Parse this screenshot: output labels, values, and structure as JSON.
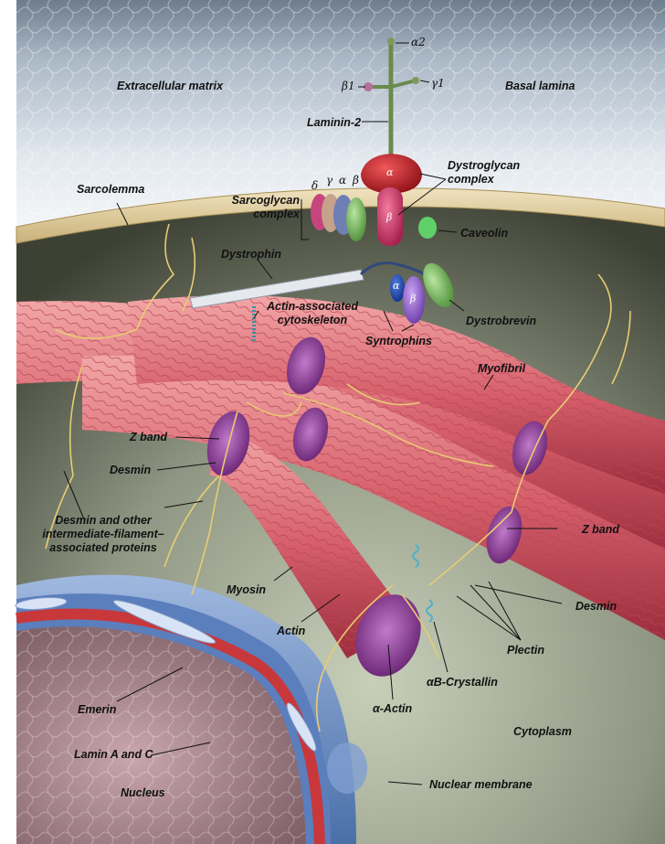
{
  "labels": {
    "extracellular_matrix": "Extracellular matrix",
    "basal_lamina": "Basal lamina",
    "alpha2": "α2",
    "beta1": "β1",
    "gamma1": "γ1",
    "laminin2": "Laminin-2",
    "dystroglycan_complex": "Dystroglycan complex",
    "dg_alpha": "α",
    "dg_beta": "β",
    "sarcolemma": "Sarcolemma",
    "sarcoglycan_complex": "Sarcoglycan complex",
    "sg_delta": "δ",
    "sg_gamma": "γ",
    "sg_alpha": "α",
    "sg_beta": "β",
    "caveolin": "Caveolin",
    "dystrophin": "Dystrophin",
    "actin_associated_cytoskeleton": "Actin-associated cytoskeleton",
    "syn_alpha": "α",
    "syn_beta": "β",
    "syntrophins": "Syntrophins",
    "dystrobrevin": "Dystrobrevin",
    "myofibril": "Myofibril",
    "z_band_left": "Z band",
    "desmin_left": "Desmin",
    "desmin_and_other": "Desmin and other intermediate-filament–associated proteins",
    "z_band_right": "Z band",
    "myosin": "Myosin",
    "actin": "Actin",
    "desmin_right": "Desmin",
    "plectin": "Plectin",
    "ab_crystallin": "αB-Crystallin",
    "alpha_actin": "α-Actin",
    "emerin": "Emerin",
    "lamin_ac": "Lamin A and C",
    "cytoplasm": "Cytoplasm",
    "nucleus": "Nucleus",
    "nuclear_membrane": "Nuclear membrane"
  }
}
